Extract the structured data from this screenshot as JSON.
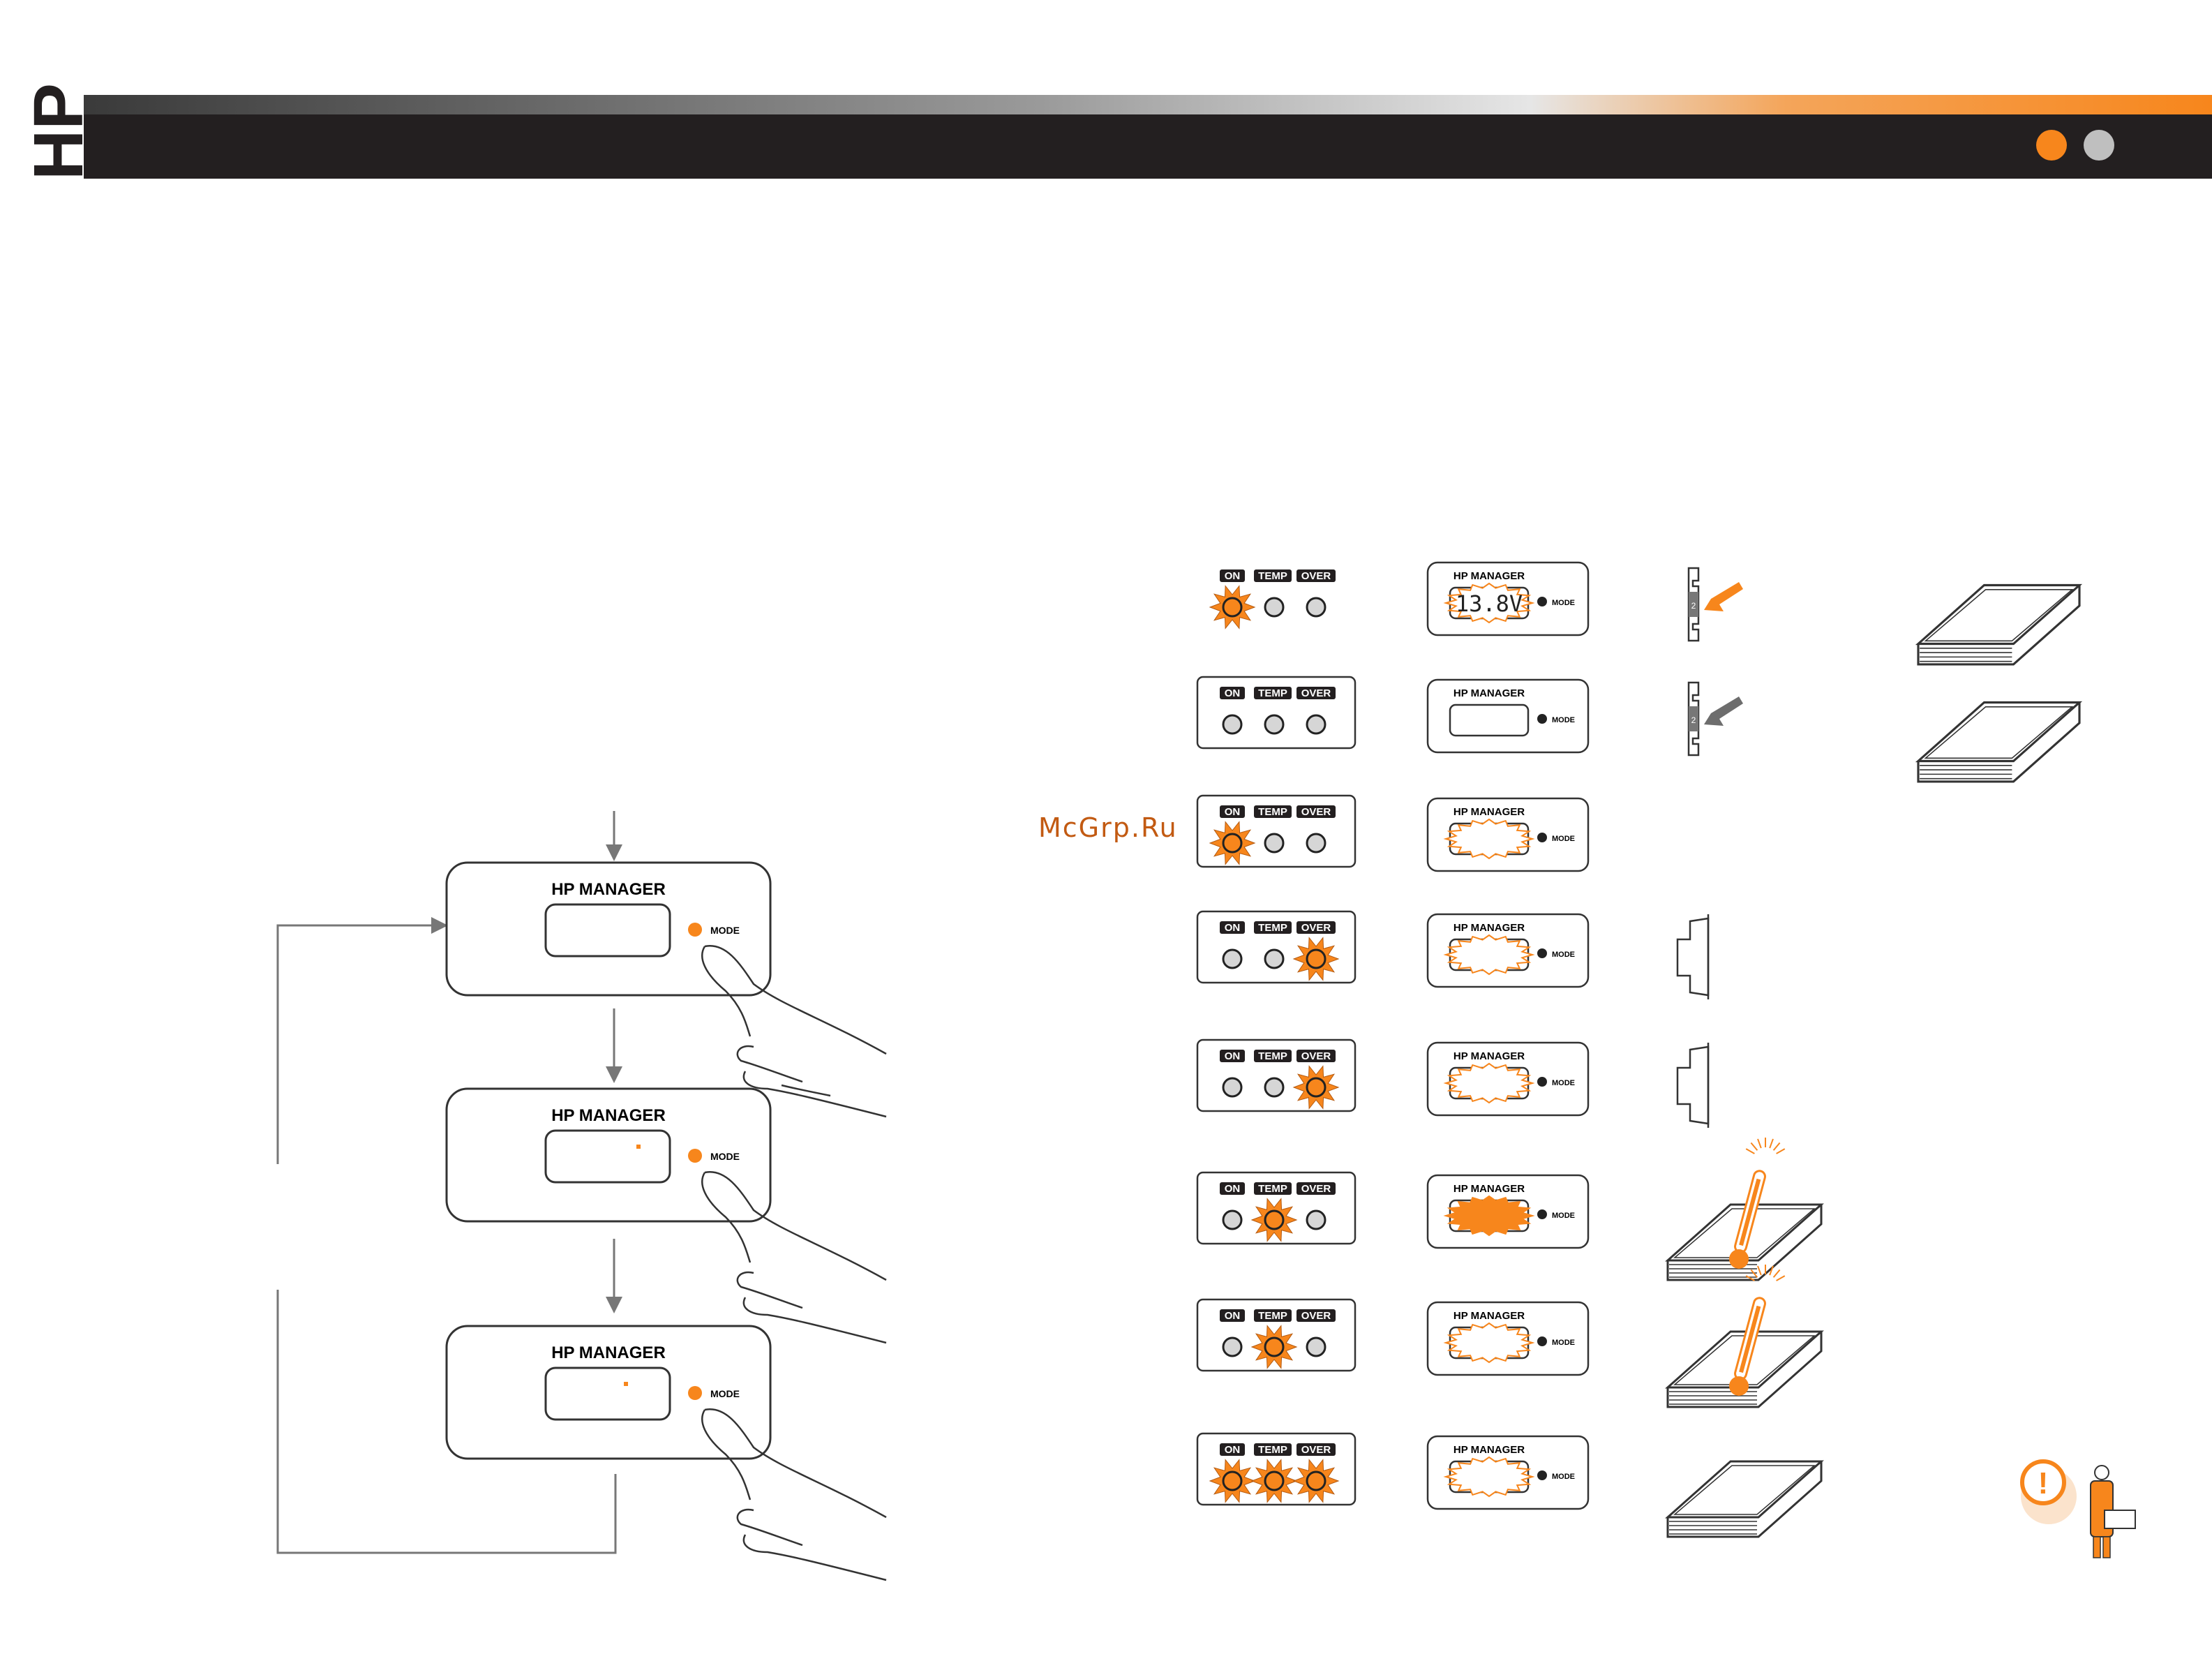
{
  "header": {
    "brand_logo": "HP",
    "accent_orange": "#f7861c",
    "accent_gray": "#bfbfbf",
    "bar_color": "#231f20"
  },
  "watermark": "McGrp.Ru",
  "manager_panel": {
    "title": "HP MANAGER",
    "mode_label": "MODE"
  },
  "led_panel": {
    "on_label": "ON",
    "temp_label": "TEMP",
    "over_label": "OVER"
  },
  "status_table": [
    {
      "on": "lit",
      "temp": "off",
      "over": "off",
      "display": "13.8V",
      "display_state": "text",
      "icon": "fuse-orange-arrow",
      "amp": "amp"
    },
    {
      "on": "off",
      "temp": "off",
      "over": "off",
      "display": "",
      "display_state": "empty",
      "icon": "fuse-gray-arrow",
      "amp": "amp"
    },
    {
      "on": "lit",
      "temp": "off",
      "over": "off",
      "display": "",
      "display_state": "burst",
      "icon": "none",
      "amp": "none"
    },
    {
      "on": "off",
      "temp": "off",
      "over": "lit",
      "display": "",
      "display_state": "burst",
      "icon": "speaker",
      "amp": "none"
    },
    {
      "on": "off",
      "temp": "off",
      "over": "lit",
      "display": "",
      "display_state": "burst",
      "icon": "speaker",
      "amp": "none"
    },
    {
      "on": "off",
      "temp": "lit",
      "over": "off",
      "display": "",
      "display_state": "burst-filled",
      "icon": "thermo-amp",
      "amp": "none"
    },
    {
      "on": "off",
      "temp": "lit",
      "over": "off",
      "display": "",
      "display_state": "burst",
      "icon": "thermo-amp",
      "amp": "none"
    },
    {
      "on": "lit",
      "temp": "lit",
      "over": "lit",
      "display": "",
      "display_state": "burst",
      "icon": "amp-large",
      "amp": "service"
    }
  ]
}
